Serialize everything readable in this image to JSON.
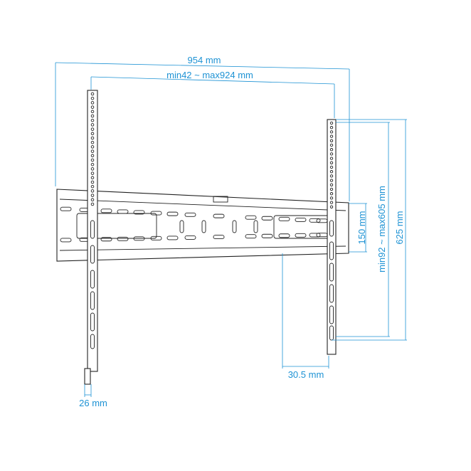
{
  "dimensions": {
    "overall_width": "954 mm",
    "arm_spacing": "min42 ~ max924 mm",
    "plate_height": "150 mm",
    "vertical_range": "min92 ~ max605 mm",
    "overall_height": "625 mm",
    "wall_depth": "30.5 mm",
    "arm_width": "26 mm"
  },
  "colors": {
    "dimension": "#1d92d4",
    "line": "#222222"
  }
}
